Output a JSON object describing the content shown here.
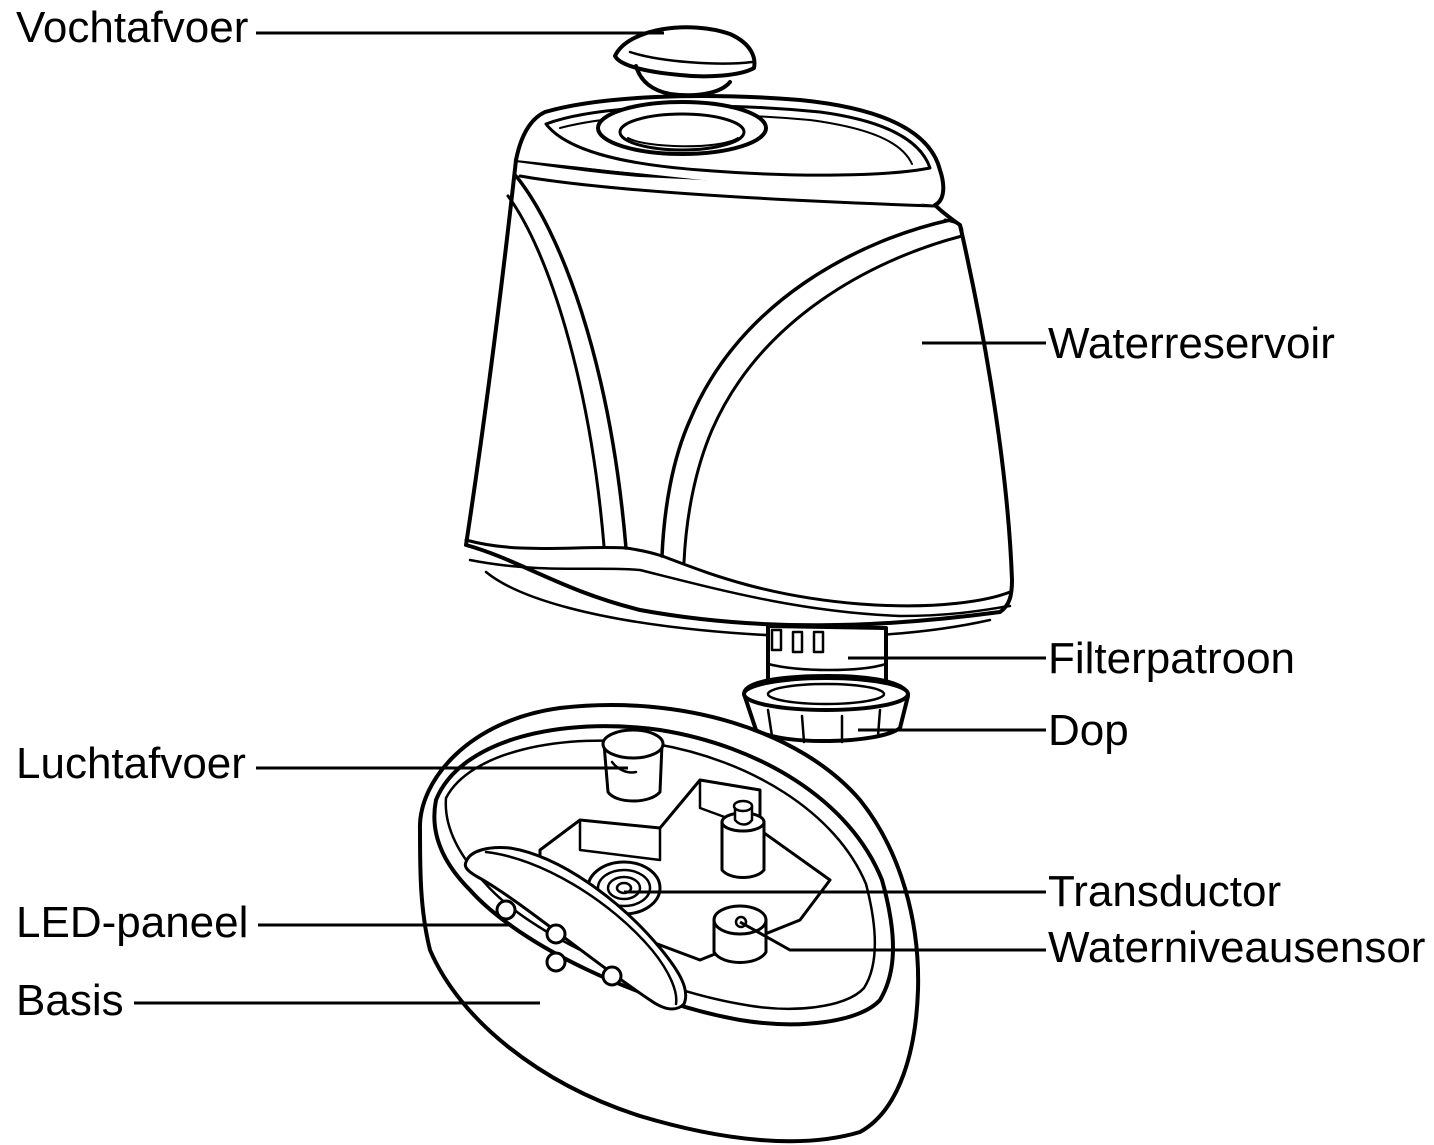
{
  "colors": {
    "line": "#000000",
    "fill": "#ffffff"
  },
  "labels": {
    "moisture_outlet": "Vochtafvoer",
    "water_tank": "Waterreservoir",
    "filter_cartridge": "Filterpatroon",
    "cap": "Dop",
    "air_outlet": "Luchtafvoer",
    "transducer": "Transductor",
    "water_level_sensor": "Waterniveausensor",
    "led_panel": "LED-paneel",
    "base": "Basis"
  }
}
